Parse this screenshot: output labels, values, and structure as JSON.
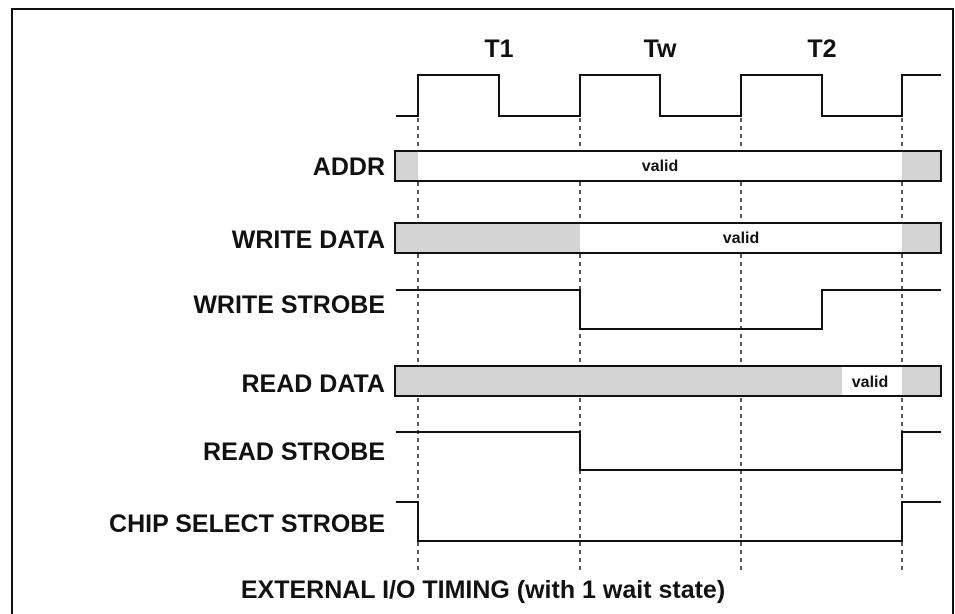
{
  "phases": [
    {
      "id": "t1",
      "label": "T1"
    },
    {
      "id": "tw",
      "label": "Tw"
    },
    {
      "id": "t2",
      "label": "T2"
    }
  ],
  "signals": [
    {
      "id": "addr",
      "label": "ADDR",
      "valid_label": "valid"
    },
    {
      "id": "write-data",
      "label": "WRITE DATA",
      "valid_label": "valid"
    },
    {
      "id": "write-strobe",
      "label": "WRITE STROBE"
    },
    {
      "id": "read-data",
      "label": "READ DATA",
      "valid_label": "valid"
    },
    {
      "id": "read-strobe",
      "label": "READ STROBE"
    },
    {
      "id": "chip-select",
      "label": "CHIP SELECT STROBE"
    }
  ],
  "caption": "EXTERNAL I/O TIMING (with 1 wait state)",
  "colors": {
    "bus_invalid_fill": "#d4d4d4",
    "bus_valid_fill": "#ffffff",
    "line": "#111111",
    "dotted_guide": "#222222"
  }
}
